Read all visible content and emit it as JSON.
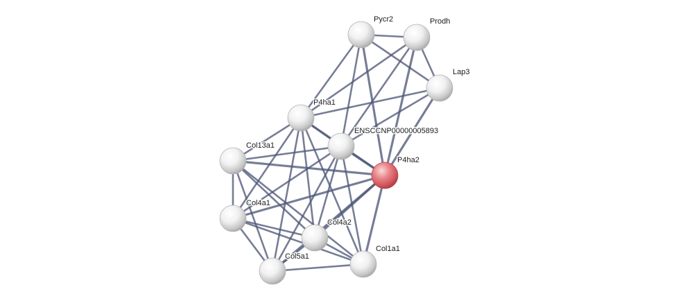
{
  "network": {
    "nodes": [
      {
        "id": "Pycr2",
        "label": "Pycr2",
        "color": "#f2f2f2"
      },
      {
        "id": "Prodh",
        "label": "Prodh",
        "color": "#f2f2f2"
      },
      {
        "id": "Lap3",
        "label": "Lap3",
        "color": "#f2f2f2"
      },
      {
        "id": "P4ha1",
        "label": "P4ha1",
        "color": "#f2f2f2"
      },
      {
        "id": "ENSCCNP",
        "label": "ENSCCNP00000005893",
        "color": "#f2f2f2"
      },
      {
        "id": "Col13a1",
        "label": "Col13a1",
        "color": "#f2f2f2"
      },
      {
        "id": "P4ha2",
        "label": "P4ha2",
        "color": "#e0737b"
      },
      {
        "id": "Col4a1",
        "label": "Col4a1",
        "color": "#f2f2f2"
      },
      {
        "id": "Col4a2",
        "label": "Col4a2",
        "color": "#f2f2f2"
      },
      {
        "id": "Col5a1",
        "label": "Col5a1",
        "color": "#f2f2f2"
      },
      {
        "id": "Col1a1",
        "label": "Col1a1",
        "color": "#f2f2f2"
      }
    ],
    "edges": [
      [
        "Pycr2",
        "Prodh"
      ],
      [
        "Pycr2",
        "Lap3"
      ],
      [
        "Pycr2",
        "P4ha1"
      ],
      [
        "Pycr2",
        "ENSCCNP"
      ],
      [
        "Pycr2",
        "P4ha2"
      ],
      [
        "Prodh",
        "Lap3"
      ],
      [
        "Prodh",
        "P4ha1"
      ],
      [
        "Prodh",
        "ENSCCNP"
      ],
      [
        "Prodh",
        "P4ha2"
      ],
      [
        "Lap3",
        "P4ha1"
      ],
      [
        "Lap3",
        "ENSCCNP"
      ],
      [
        "Lap3",
        "P4ha2"
      ],
      [
        "P4ha1",
        "ENSCCNP"
      ],
      [
        "P4ha1",
        "P4ha2"
      ],
      [
        "P4ha1",
        "Col13a1"
      ],
      [
        "P4ha1",
        "Col4a1"
      ],
      [
        "P4ha1",
        "Col4a2"
      ],
      [
        "P4ha1",
        "Col5a1"
      ],
      [
        "P4ha1",
        "Col1a1"
      ],
      [
        "ENSCCNP",
        "P4ha2"
      ],
      [
        "ENSCCNP",
        "Col13a1"
      ],
      [
        "ENSCCNP",
        "Col4a1"
      ],
      [
        "ENSCCNP",
        "Col4a2"
      ],
      [
        "ENSCCNP",
        "Col5a1"
      ],
      [
        "ENSCCNP",
        "Col1a1"
      ],
      [
        "Col13a1",
        "P4ha2"
      ],
      [
        "Col13a1",
        "Col4a1"
      ],
      [
        "Col13a1",
        "Col4a2"
      ],
      [
        "Col13a1",
        "Col5a1"
      ],
      [
        "Col13a1",
        "Col1a1"
      ],
      [
        "P4ha2",
        "Col4a1"
      ],
      [
        "P4ha2",
        "Col4a2"
      ],
      [
        "P4ha2",
        "Col5a1"
      ],
      [
        "P4ha2",
        "Col1a1"
      ],
      [
        "Col4a1",
        "Col4a2"
      ],
      [
        "Col4a1",
        "Col5a1"
      ],
      [
        "Col4a1",
        "Col1a1"
      ],
      [
        "Col4a2",
        "Col5a1"
      ],
      [
        "Col4a2",
        "Col1a1"
      ],
      [
        "Col5a1",
        "Col1a1"
      ]
    ]
  }
}
